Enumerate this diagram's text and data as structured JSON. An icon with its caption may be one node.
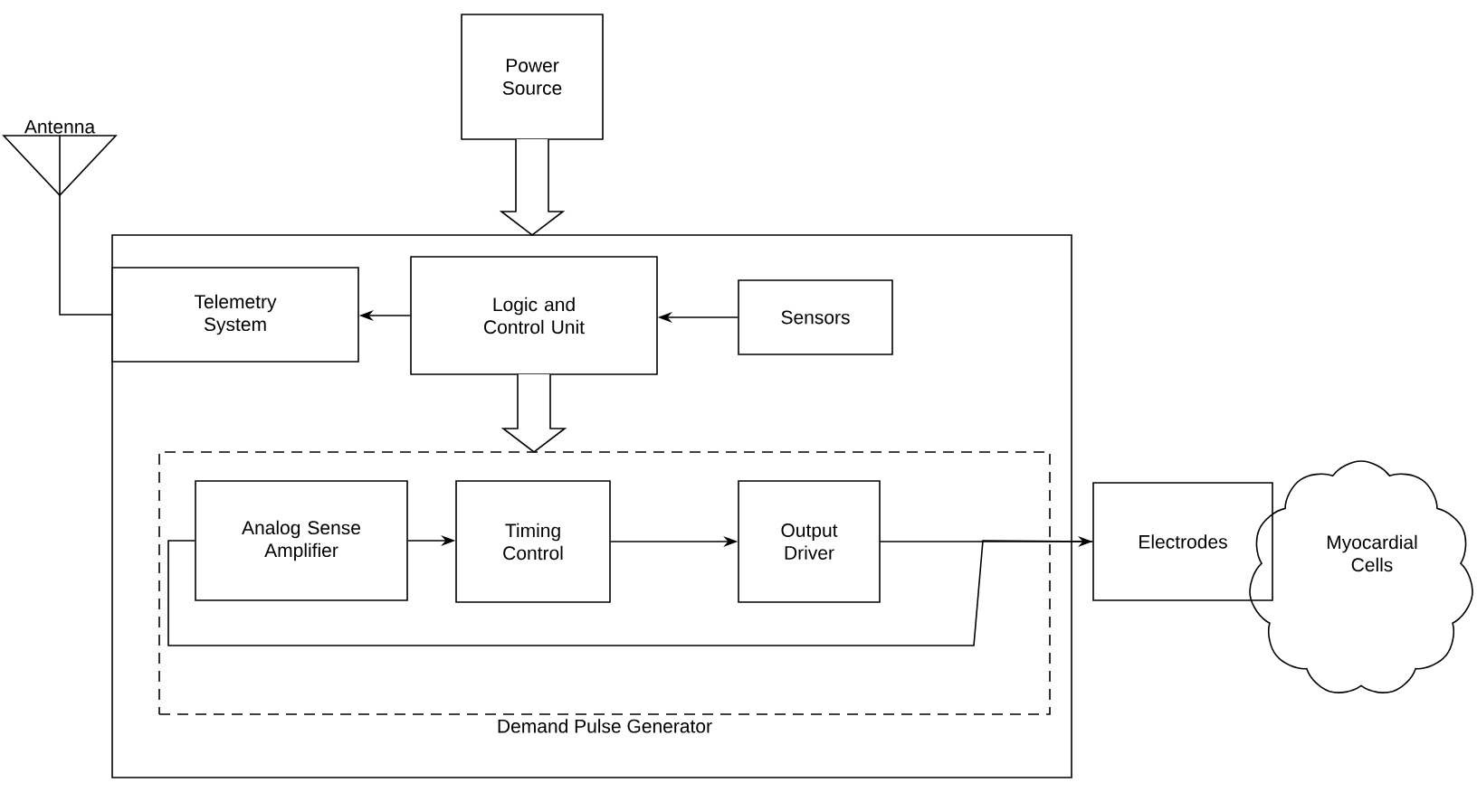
{
  "diagram": {
    "nodes": [
      {
        "text": [
          "Power Source"
        ]
      },
      {
        "text": [
          "Antenna"
        ]
      },
      {
        "text": [],
        "shape": "box"
      },
      {
        "text": [
          "Telemetry System"
        ],
        "in": 2
      },
      {
        "text": [
          "Logic and Control Unit"
        ],
        "in": 2
      },
      {
        "text": [
          "Sensors"
        ],
        "in": 2
      },
      {
        "text": [
          "Demand Pulse Generator"
        ],
        "in": 2
      },
      {
        "text": [
          "Analog Sense Amplifier"
        ],
        "in": 6
      },
      {
        "text": [
          "Timing Control"
        ],
        "in": 6
      },
      {
        "text": [
          "Output Driver"
        ],
        "in": 6
      },
      {
        "text": [
          "Electrodes"
        ]
      },
      {
        "text": [
          "Myocardial Cells"
        ]
      }
    ],
    "edges": [
      {
        "from": 0,
        "to": 2,
        "arrow": "to",
        "style": "thick"
      },
      {
        "from": 1,
        "to": 3,
        "arrow": "none"
      },
      {
        "from": 4,
        "to": 3,
        "arrow": "to"
      },
      {
        "from": 5,
        "to": 4,
        "arrow": "to"
      },
      {
        "from": 4,
        "to": 6,
        "arrow": "to",
        "style": "thick"
      },
      {
        "from": 7,
        "to": 8,
        "arrow": "to"
      },
      {
        "from": 8,
        "to": 9,
        "arrow": "to"
      },
      {
        "from": 9,
        "to": 10,
        "arrow": "to"
      },
      {
        "from": 10,
        "to": 7,
        "arrow": "none"
      }
    ]
  }
}
